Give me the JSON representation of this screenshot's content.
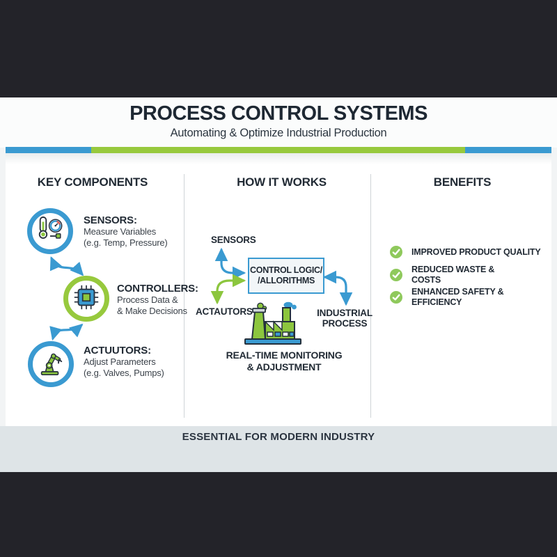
{
  "header": {
    "title": "PROCESS CONTROL SYSTEMS",
    "subtitle": "Automating & Optimize Industrial Production"
  },
  "divider_bar": {
    "segment_colors": [
      "#3a9ad1",
      "#97c93d",
      "#3a9ad1"
    ]
  },
  "key_components": {
    "heading": "KEY COMPONENTS",
    "items": [
      {
        "icon": "thermometer-gauge-icon",
        "ring_color": "#3a9ad1",
        "title": "SENSORS:",
        "line1": "Measure Variables",
        "line2": "(e.g. Temp, Pressure)"
      },
      {
        "icon": "microchip-icon",
        "ring_color": "#97c93d",
        "title": "CONTROLLERS:",
        "line1": "Process Data &",
        "line2": "& Make Decisions"
      },
      {
        "icon": "robot-arm-icon",
        "ring_color": "#3a9ad1",
        "title": "ACTUUTORS:",
        "line1": "Adjust Parameters",
        "line2": "(e.g. Valves, Pumps)"
      }
    ]
  },
  "how_it_works": {
    "heading": "HOW IT WORKS",
    "sensors_label": "SENSORS",
    "actuators_label": "ACTAUTORS",
    "industrial_line1": "INDUSTRIAL",
    "industrial_line2": "PROCESS",
    "control_box_line1": "CONTROL LOGIC/",
    "control_box_line2": "/ALLORITHMS",
    "factory_icon": "factory-icon",
    "caption_line1": "REAL-TIME MONITORING",
    "caption_line2": "& ADJUSTMENT"
  },
  "benefits": {
    "heading": "BENEFITS",
    "check_icon": "check-circle-icon",
    "items": [
      {
        "line1": "IMPROVED PRODUCT QUALITY",
        "line2": ""
      },
      {
        "line1": "REDUCED WASTE &",
        "line2": "COSTS"
      },
      {
        "line1": "ENHANCED SAFETY &",
        "line2": "EFFICIENCY"
      }
    ]
  },
  "footer": {
    "text": "ESSENTIAL FOR MODERN INDUSTRY"
  },
  "colors": {
    "background": "#232329",
    "blue": "#3a9ad1",
    "green": "#97c93d",
    "check_green": "#8fc95c",
    "heading_text": "#222b35",
    "body_text": "#3c434b",
    "footer_bg": "#dee4e7"
  }
}
